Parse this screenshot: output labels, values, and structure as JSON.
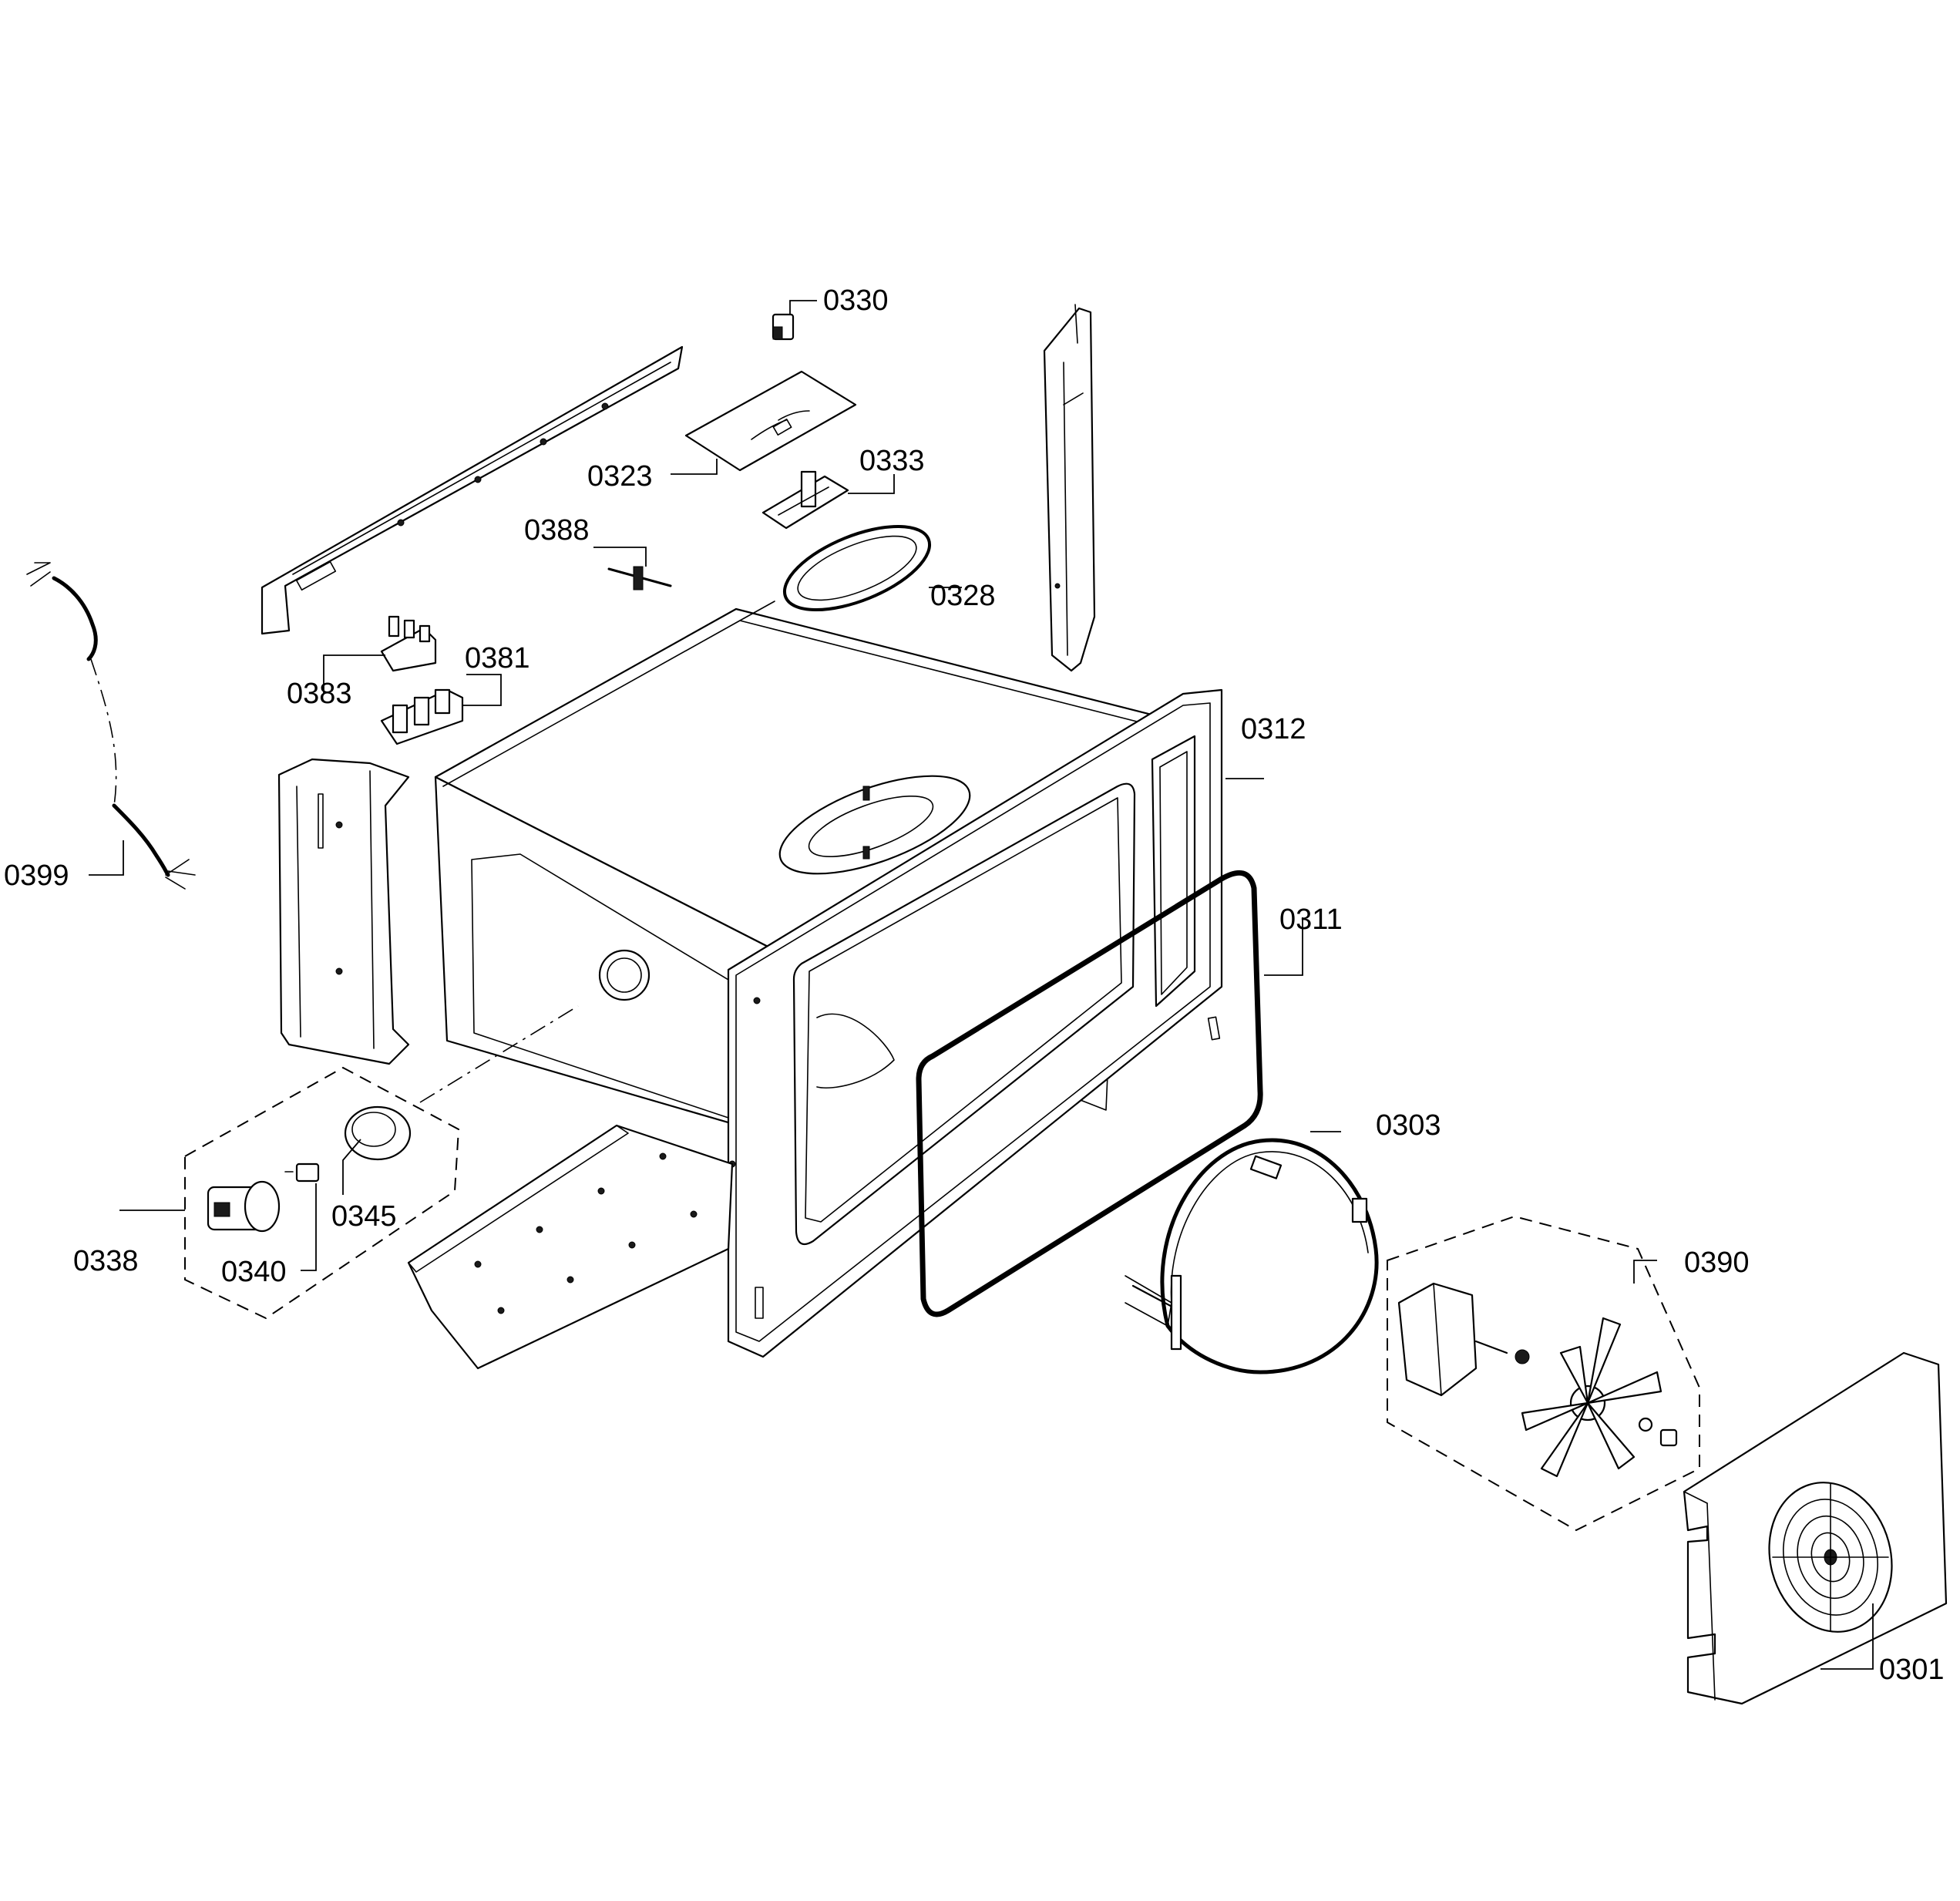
{
  "labels": {
    "p0301": "0301",
    "p0303": "0303",
    "p0311": "0311",
    "p0312": "0312",
    "p0323": "0323",
    "p0328": "0328",
    "p0330": "0330",
    "p0333": "0333",
    "p0338": "0338",
    "p0340": "0340",
    "p0345": "0345",
    "p0381": "0381",
    "p0383": "0383",
    "p0388": "0388",
    "p0390": "0390",
    "p0399": "0399"
  },
  "colors": {
    "line": "#000000",
    "background": "#ffffff"
  }
}
